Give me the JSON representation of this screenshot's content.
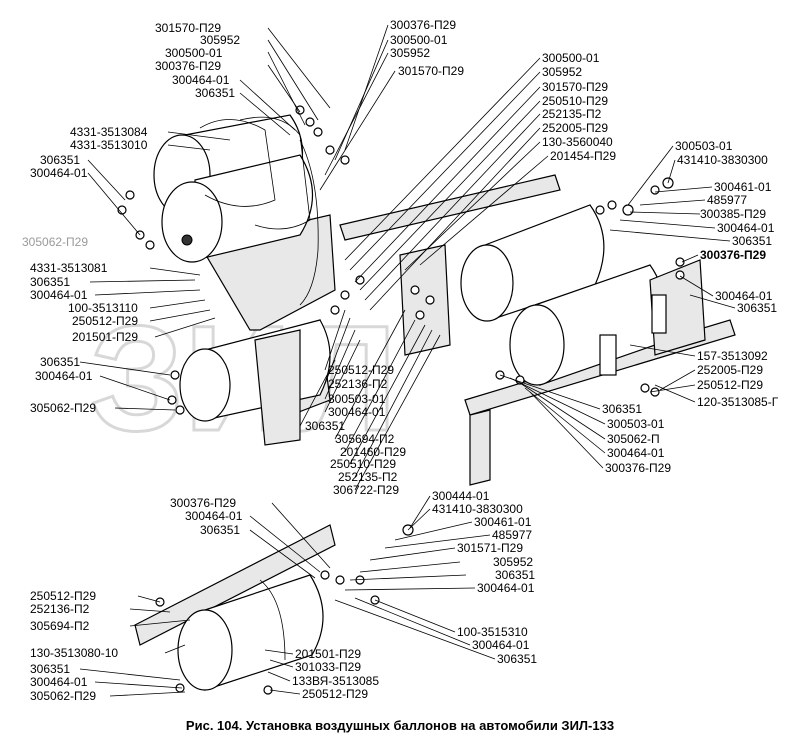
{
  "caption": "Рис. 104. Установка воздушных баллонов на автомобили ЗИЛ-133",
  "watermark": "ЗИЛ",
  "labels": {
    "a01": "301570-П29",
    "a02": "305952",
    "a03": "300500-01",
    "a04": "300376-П29",
    "a05": "300464-01",
    "a06": "306351",
    "a07": "4331-3513084",
    "a08": "4331-3513010",
    "a09": "306351",
    "a10": "300464-01",
    "a11": "305062-П29",
    "a12": "4331-3513081",
    "a13": "306351",
    "a14": "300464-01",
    "a15": "100-3513110",
    "a16": "250512-П29",
    "a17": "201501-П29",
    "a18": "306351",
    "a19": "300464-01",
    "a20": "305062-П29",
    "b01": "300376-П29",
    "b02": "300500-01",
    "b03": "305952",
    "b04": "301570-П29",
    "c01": "300500-01",
    "c02": "305952",
    "c03": "301570-П29",
    "c04": "250510-П29",
    "c05": "252135-П2",
    "c06": "252005-П29",
    "c07": "130-3560040",
    "c08": "201454-П29",
    "d01": "250512-П29",
    "d02": "252136-П2",
    "d03": "300503-01",
    "d04": "300464-01",
    "d05": "306351",
    "d06": "305694-П2",
    "d07": "201460-П29",
    "d08": "250510-П29",
    "d09": "252135-П2",
    "d10": "306722-П29",
    "e01": "300503-01",
    "e02": "431410-3830300",
    "e03": "300461-01",
    "e04": "485977",
    "e05": "300385-П29",
    "e06": "300464-01",
    "e07": "306351",
    "e08": "300376-П29",
    "e09": "300464-01",
    "e10": "306351",
    "e11": "157-3513092",
    "e12": "252005-П29",
    "e13": "250512-П29",
    "e14": "120-3513085-Г",
    "f01": "306351",
    "f02": "300503-01",
    "f03": "305062-П",
    "f04": "300464-01",
    "f05": "300376-П29",
    "g01": "300376-П29",
    "g02": "300464-01",
    "g03": "306351",
    "g04": "250512-П29",
    "g05": "252136-П2",
    "g06": "305694-П2",
    "g07": "130-3513080-10",
    "g08": "306351",
    "g09": "300464-01",
    "g10": "305062-П29",
    "h01": "300444-01",
    "h02": "431410-3830300",
    "h03": "300461-01",
    "h04": "485977",
    "h05": "301571-П29",
    "h06": "305952",
    "h07": "306351",
    "h08": "300464-01",
    "h09": "100-3515310",
    "h10": "300464-01",
    "h11": "306351",
    "h12": "201501-П29",
    "h13": "301033-П29",
    "h14": "133ВЯ-3513085",
    "h15": "250512-П29"
  }
}
